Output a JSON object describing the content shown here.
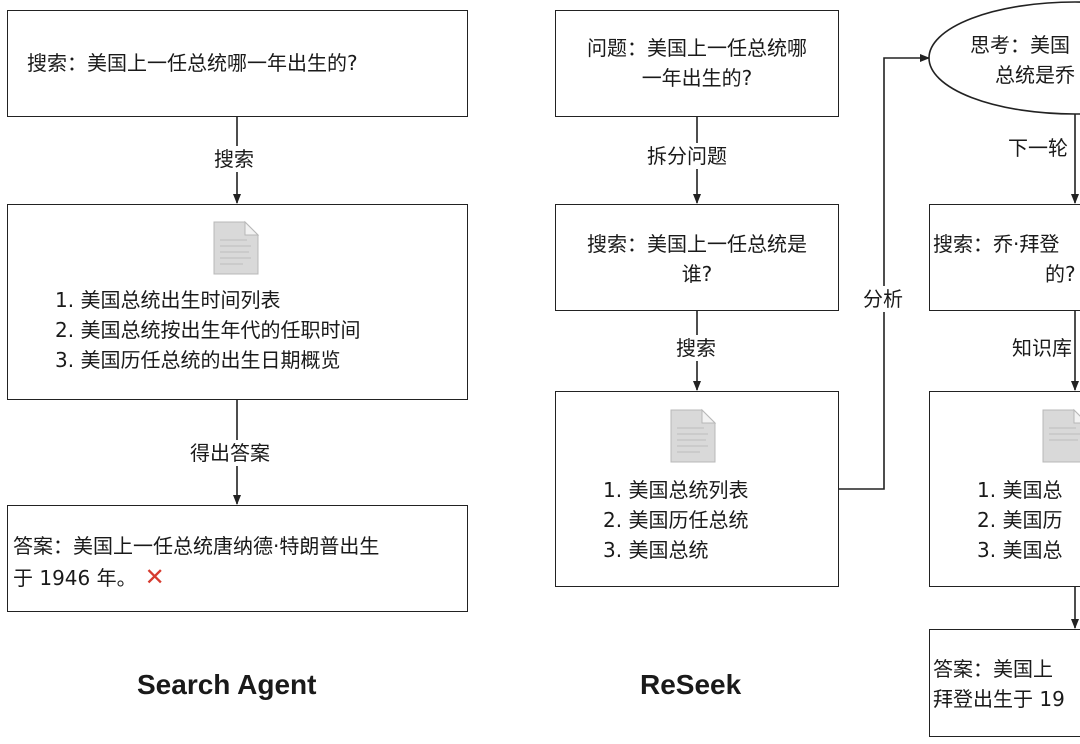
{
  "search_agent": {
    "query_box": "搜索：美国上一任总统哪一年出生的?",
    "edge_search": "搜索",
    "results": [
      "1. 美国总统出生时间列表",
      "2. 美国总统按出生年代的任职时间",
      "3. 美国历任总统的出生日期概览"
    ],
    "edge_answer": "得出答案",
    "answer_line1": "答案：美国上一任总统唐纳德·特朗普出生",
    "answer_line2": "于 1946 年。",
    "answer_mark": "✕",
    "caption": "Search Agent"
  },
  "reseek": {
    "question_line1": "问题：美国上一任总统哪",
    "question_line2": "一年出生的?",
    "edge_split": "拆分问题",
    "subquery_line1": "搜索：美国上一任总统是",
    "subquery_line2": "谁?",
    "edge_search": "搜索",
    "results": [
      "1. 美国总统列表",
      "2. 美国历任总统",
      "3. 美国总统"
    ],
    "edge_analyze": "分析",
    "caption": "ReSeek"
  },
  "reseek_right": {
    "think_line1": "思考：美国",
    "think_line2": "总统是乔",
    "edge_next": "下一轮",
    "search_line1": "搜索：乔·拜登",
    "search_line2": "的?",
    "edge_kb": "知识库",
    "results": [
      "1. 美国总",
      "2. 美国历",
      "3. 美国总"
    ],
    "answer_line1": "答案：美国上",
    "answer_line2": "拜登出生于 19"
  },
  "colors": {
    "stroke": "#222222",
    "cross": "#d63b2f"
  }
}
